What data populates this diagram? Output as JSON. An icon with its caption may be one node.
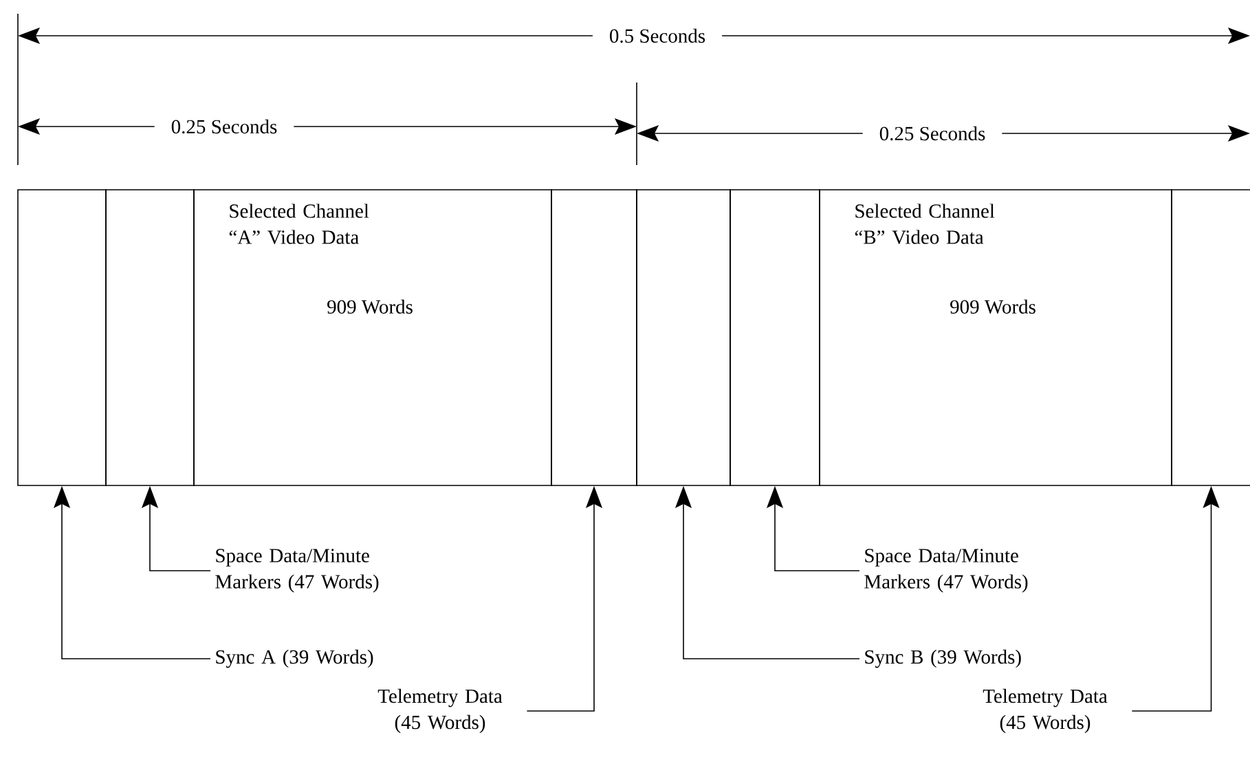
{
  "diagram": {
    "nodes": [
      {
        "text": [],
        "shape": "box"
      },
      {
        "text": [],
        "shape": "box"
      },
      {
        "text": [
          "Selected Channel “A” Video Data",
          "909 Words"
        ]
      },
      {
        "text": [],
        "shape": "box"
      },
      {
        "text": [],
        "shape": "box"
      },
      {
        "text": [],
        "shape": "box"
      },
      {
        "text": [
          "Selected Channel “B” Video Data",
          "909 Words"
        ]
      },
      {
        "text": [],
        "shape": "box"
      },
      {
        "text": [
          "Space Data/Minute Markers (47 Words)"
        ]
      },
      {
        "text": [
          "Sync A (39 Words)"
        ]
      },
      {
        "text": [
          "Telemetry Data (45 Words)"
        ]
      },
      {
        "text": [
          "Space Data/Minute Markers (47 Words)"
        ]
      },
      {
        "text": [
          "Sync B (39 Words)"
        ]
      },
      {
        "text": [
          "Telemetry Data (45 Words)"
        ]
      }
    ],
    "edges": [
      {
        "from": 8,
        "to": 1,
        "arrow": "to"
      },
      {
        "from": 9,
        "to": 0,
        "arrow": "to"
      },
      {
        "from": 10,
        "to": 3,
        "arrow": "to"
      },
      {
        "from": 11,
        "to": 5,
        "arrow": "to"
      },
      {
        "from": 12,
        "to": 4,
        "arrow": "to"
      },
      {
        "from": 13,
        "to": 7,
        "arrow": "to"
      }
    ],
    "labels": [
      "0.5 Seconds",
      "0.25 Seconds",
      "0.25 Seconds"
    ]
  }
}
